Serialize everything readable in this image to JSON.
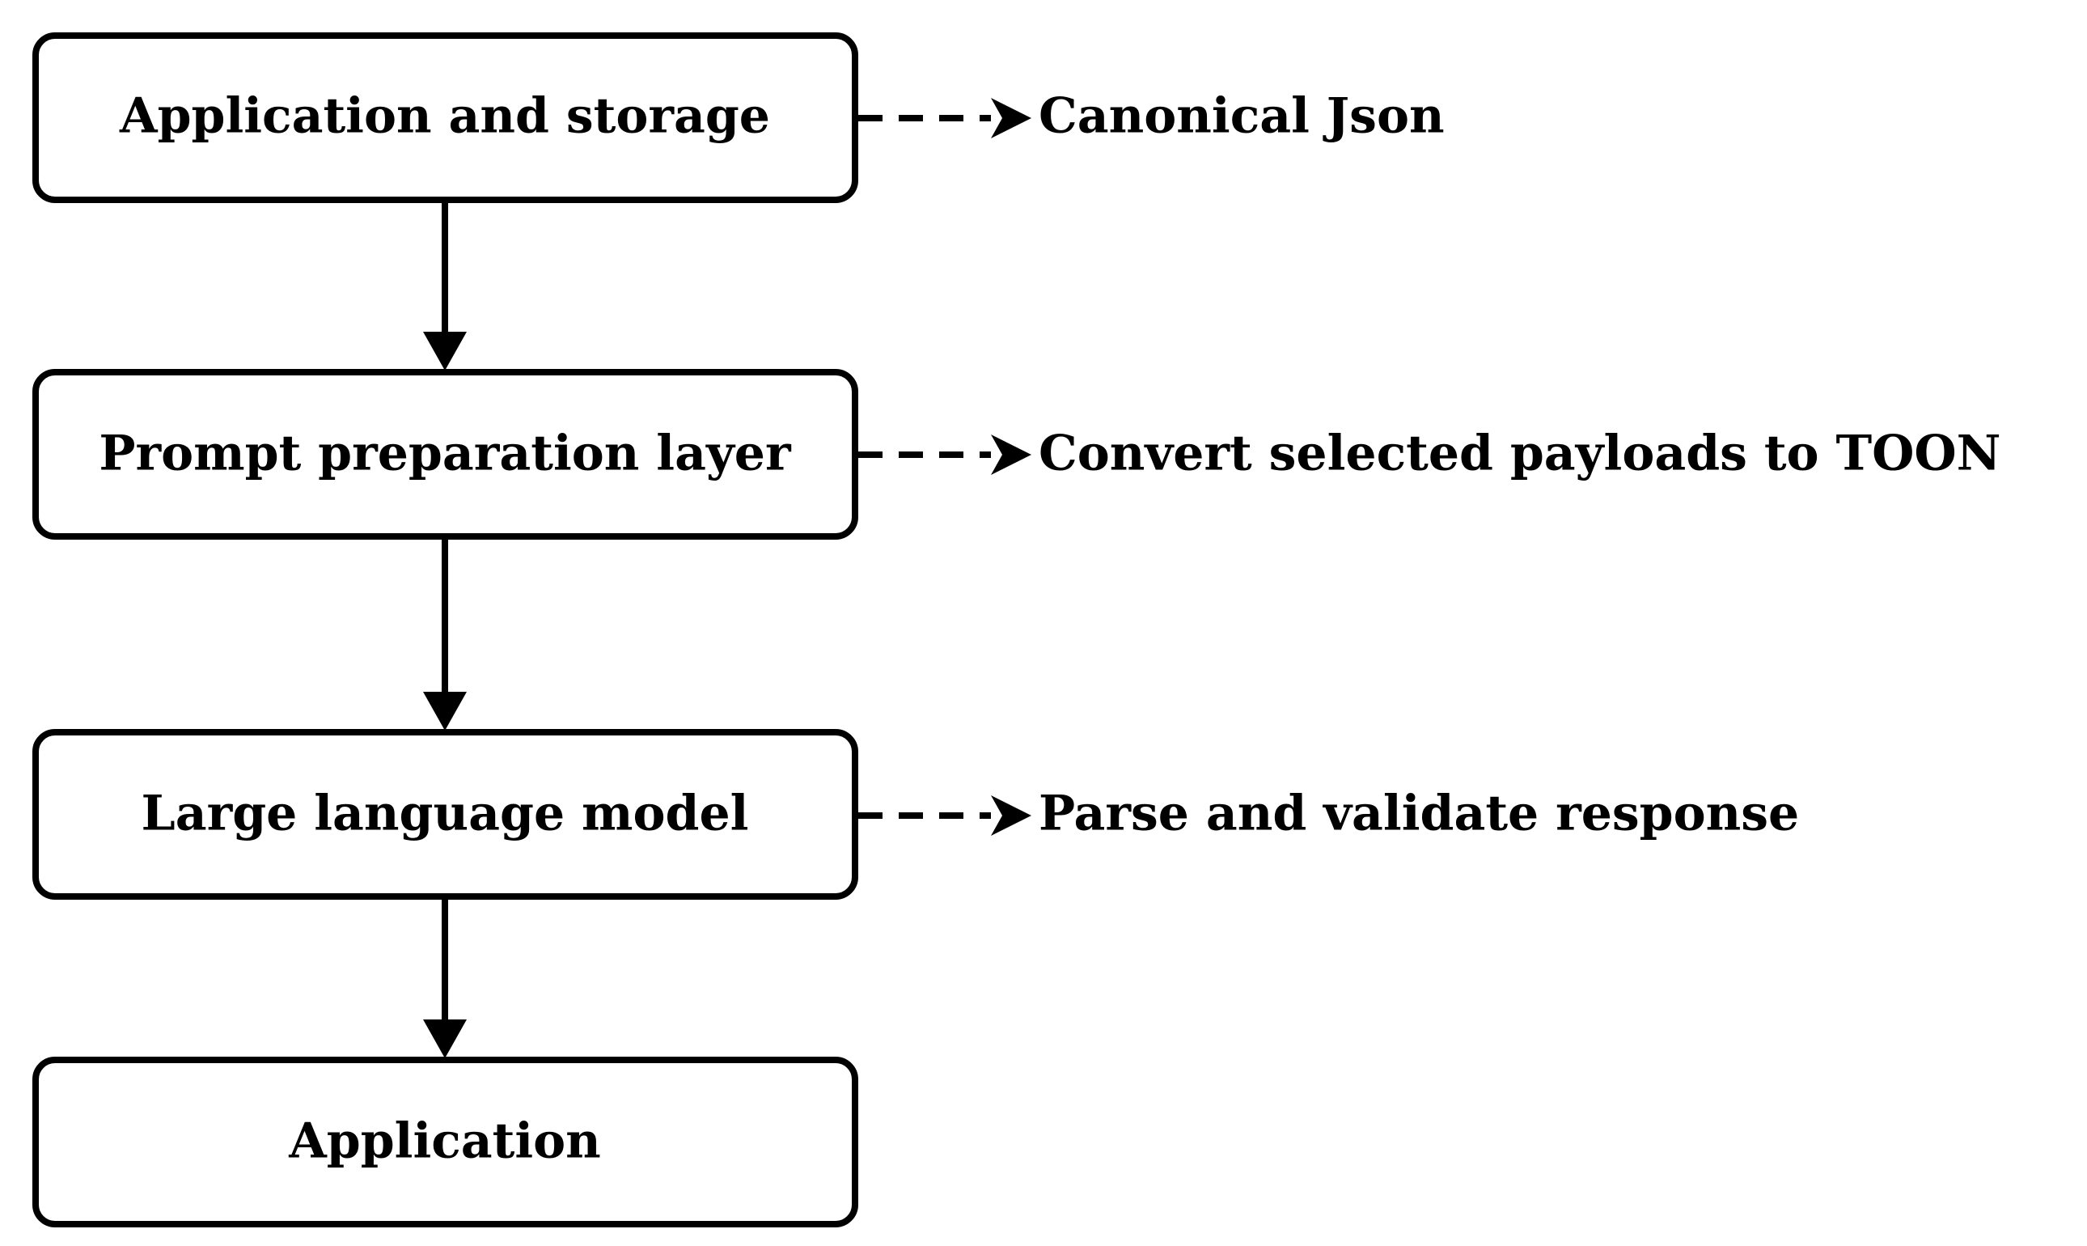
{
  "diagram": {
    "boxes": [
      {
        "id": "storage",
        "label": "Application and storage"
      },
      {
        "id": "prompt",
        "label": "Prompt preparation layer"
      },
      {
        "id": "llm",
        "label": "Large language model"
      },
      {
        "id": "app",
        "label": "Application"
      }
    ],
    "notes": [
      {
        "attached_to": "storage",
        "label": "Canonical Json"
      },
      {
        "attached_to": "prompt",
        "label": "Convert selected payloads to TOON"
      },
      {
        "attached_to": "llm",
        "label": "Parse and validate response"
      }
    ],
    "flow": [
      {
        "from": "storage",
        "to": "prompt"
      },
      {
        "from": "prompt",
        "to": "llm"
      },
      {
        "from": "llm",
        "to": "app"
      }
    ],
    "colors": {
      "stroke": "#000000",
      "background": "#ffffff"
    }
  }
}
